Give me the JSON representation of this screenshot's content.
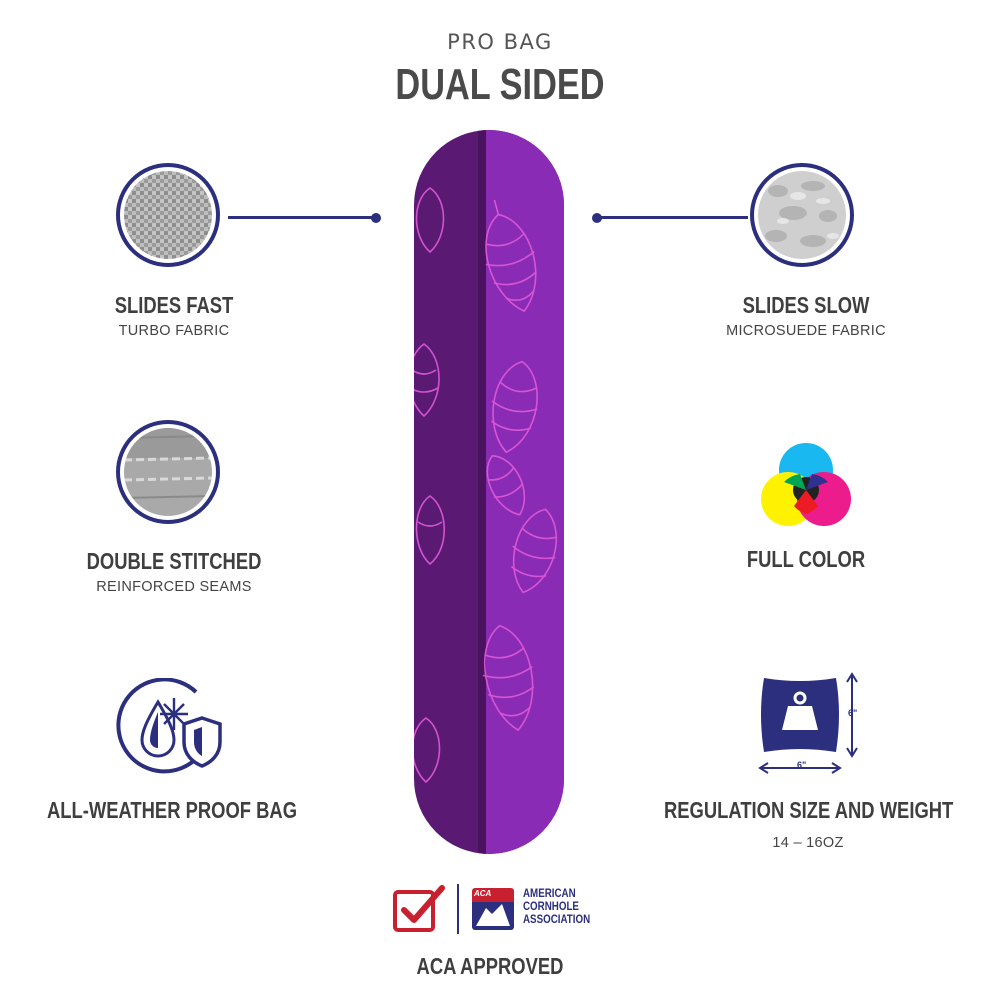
{
  "header": {
    "eyebrow": "PRO BAG",
    "title": "DUAL SIDED"
  },
  "features_left": [
    {
      "title": "SLIDES FAST",
      "subtitle": "TURBO FABRIC",
      "icon": "turbo-fabric-icon"
    },
    {
      "title": "DOUBLE STITCHED",
      "subtitle": "REINFORCED SEAMS",
      "icon": "stitched-seam-icon"
    },
    {
      "title": "ALL-WEATHER PROOF BAG",
      "icon": "weather-shield-icon"
    }
  ],
  "features_right": [
    {
      "title": "SLIDES SLOW",
      "subtitle": "MICROSUEDE FABRIC",
      "icon": "microsuede-fabric-icon"
    },
    {
      "title": "FULL COLOR",
      "icon": "color-wheel-icon"
    },
    {
      "title": "REGULATION SIZE AND WEIGHT",
      "subtitle": "14 – 16OZ",
      "icon": "bag-weight-icon"
    }
  ],
  "size_diagram": {
    "height_label": "6\"",
    "width_label": "6\""
  },
  "aca": {
    "badge_text": "ACA",
    "org_name_line1": "AMERICAN",
    "org_name_line2": "CORNHOLE",
    "org_name_line3": "ASSOCIATION",
    "caption": "ACA APPROVED"
  },
  "colors": {
    "navy": "#2b2f7d",
    "bag_dark": "#5a1a73",
    "bag_light": "#8a2bb5",
    "pattern": "#e05ad8",
    "check_red": "#c8202f"
  }
}
